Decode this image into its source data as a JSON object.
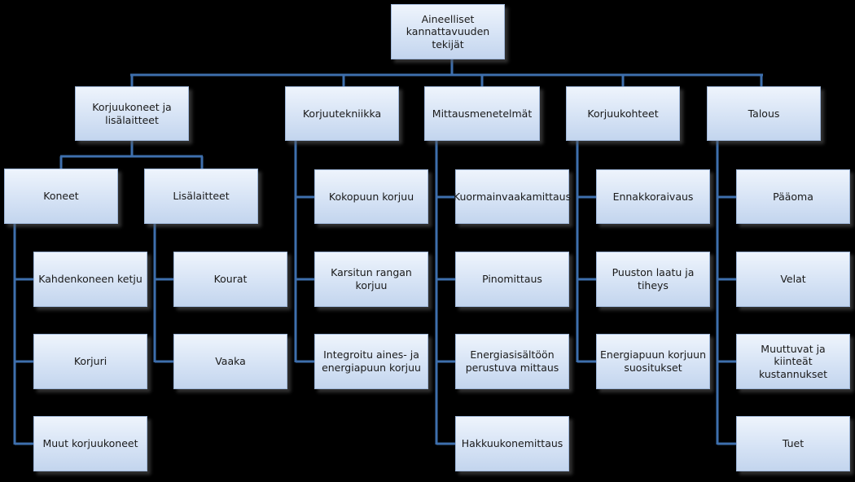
{
  "root": {
    "label": "Aineelliset kannattavuuden tekijät"
  },
  "categories": [
    {
      "label": "Korjuukoneet ja lisälaitteet",
      "subgroups": [
        {
          "label": "Koneet",
          "items": [
            "Kahdenkoneen ketju",
            "Korjuri",
            "Muut korjuukoneet"
          ]
        },
        {
          "label": "Lisälaitteet",
          "items": [
            "Kourat",
            "Vaaka"
          ]
        }
      ]
    },
    {
      "label": "Korjuutekniikka",
      "items": [
        "Kokopuun korjuu",
        "Karsitun rangan korjuu",
        "Integroitu aines- ja energiapuun korjuu"
      ]
    },
    {
      "label": "Mittausmenetelmät",
      "items": [
        "Kuormainvaakamittaus",
        "Pinomittaus",
        "Energiasisältöön perustuva mittaus",
        "Hakkuukonemittaus"
      ]
    },
    {
      "label": "Korjuukohteet",
      "items": [
        "Ennakkoraivaus",
        "Puuston laatu ja tiheys",
        "Energiapuun korjuun suositukset"
      ]
    },
    {
      "label": "Talous",
      "items": [
        "Pääoma",
        "Velat",
        "Muuttuvat ja kiinteät kustannukset",
        "Tuet"
      ]
    }
  ],
  "colors": {
    "background": "#000000",
    "connector": "#3e6fad",
    "box_fill": "#d6e3f5",
    "box_border": "#9fb7d9"
  }
}
